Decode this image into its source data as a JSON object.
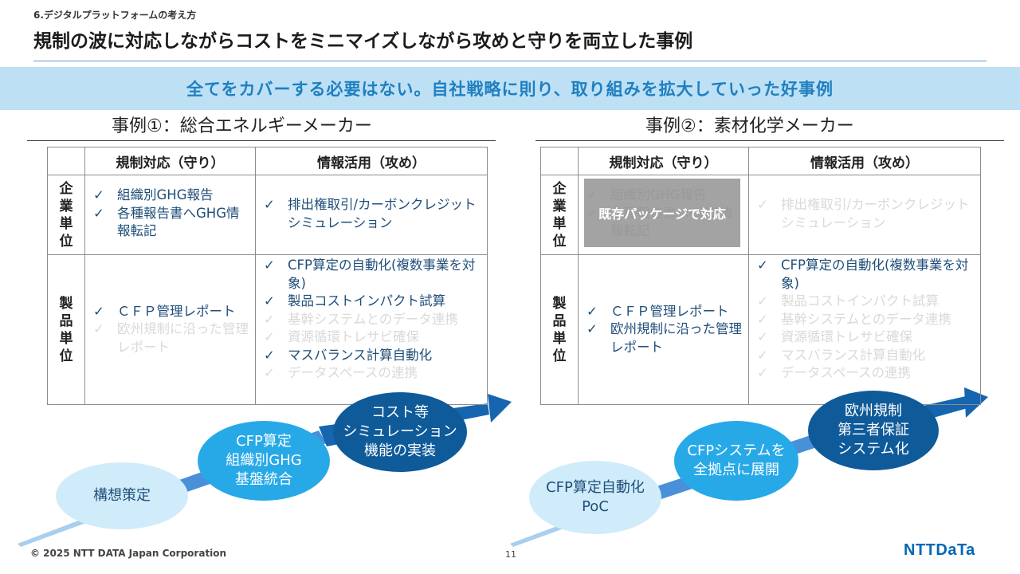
{
  "header": {
    "section_label": "6.デジタルプラットフォームの考え方",
    "title": "規制の波に対応しながらコストをミニマイズしながら攻めと守りを両立した事例"
  },
  "banner": {
    "text": "全てをカバーする必要はない。自社戦略に則り、取り組みを拡大していった好事例"
  },
  "table_headers": {
    "defense": "規制対応（守り）",
    "offense": "情報活用（攻め）"
  },
  "row_heads": {
    "enterprise": [
      "企",
      "業",
      "単",
      "位"
    ],
    "product": [
      "製",
      "品",
      "単",
      "位"
    ]
  },
  "check_mark": "✓",
  "case1": {
    "title": "事例①：総合エネルギーメーカー",
    "enterprise_defense": [
      {
        "text": "組織別GHG報告",
        "dim": false
      },
      {
        "text": "各種報告書へGHG情報転記",
        "dim": false
      }
    ],
    "enterprise_offense": [
      {
        "text": "排出権取引/カーボンクレジットシミュレーション",
        "dim": false
      }
    ],
    "product_defense": [
      {
        "text": "ＣＦＰ管理レポート",
        "dim": false
      },
      {
        "text": "欧州規制に沿った管理レポート",
        "dim": true
      }
    ],
    "product_offense": [
      {
        "text": "CFP算定の自動化(複数事業を対象)",
        "dim": false
      },
      {
        "text": "製品コストインパクト試算",
        "dim": false
      },
      {
        "text": "基幹システムとのデータ連携",
        "dim": true
      },
      {
        "text": "資源循環トレサビ確保",
        "dim": true
      },
      {
        "text": "マスバランス計算自動化",
        "dim": false
      },
      {
        "text": "データスペースの連携",
        "dim": true
      }
    ],
    "steps": [
      "構想策定",
      "CFP算定\n組織別GHG\n基盤統合",
      "コスト等\nシミュレーション\n機能の実装"
    ]
  },
  "case2": {
    "title": "事例②：素材化学メーカー",
    "enterprise_defense": [
      {
        "text": "組織別GHG報告",
        "dim": true
      },
      {
        "text": "各種報告書へGHG情報転記",
        "dim": true
      }
    ],
    "enterprise_overlay": "既存パッケージで対応",
    "enterprise_offense": [
      {
        "text": "排出権取引/カーボンクレジットシミュレーション",
        "dim": true
      }
    ],
    "product_defense": [
      {
        "text": "ＣＦＰ管理レポート",
        "dim": false
      },
      {
        "text": "欧州規制に沿った管理レポート",
        "dim": false
      }
    ],
    "product_offense": [
      {
        "text": "CFP算定の自動化(複数事業を対象)",
        "dim": false
      },
      {
        "text": "製品コストインパクト試算",
        "dim": true
      },
      {
        "text": "基幹システムとのデータ連携",
        "dim": true
      },
      {
        "text": "資源循環トレサビ確保",
        "dim": true
      },
      {
        "text": "マスバランス計算自動化",
        "dim": true
      },
      {
        "text": "データスペースの連携",
        "dim": true
      }
    ],
    "steps": [
      "CFP算定自動化\nPoC",
      "CFPシステムを\n全拠点に展開",
      "欧州規制\n第三者保証\nシステム化"
    ]
  },
  "footer": {
    "copyright": "© 2025 NTT DATA Japan Corporation",
    "page_number": "11",
    "logo_text": "NTTDaTa"
  },
  "colors": {
    "banner_bg": "#bde0f5",
    "banner_text": "#1f7fbf",
    "active_text": "#1f4e79",
    "dim_text": "#d9d9d9",
    "circle_light": "#d0ecfa",
    "circle_mid": "#27a9e8",
    "circle_dark": "#0f5a99",
    "arrow": "#1565b0",
    "logo": "#0068b7"
  },
  "icons": {
    "check": "check-icon",
    "arrow": "growth-arrow-icon"
  }
}
